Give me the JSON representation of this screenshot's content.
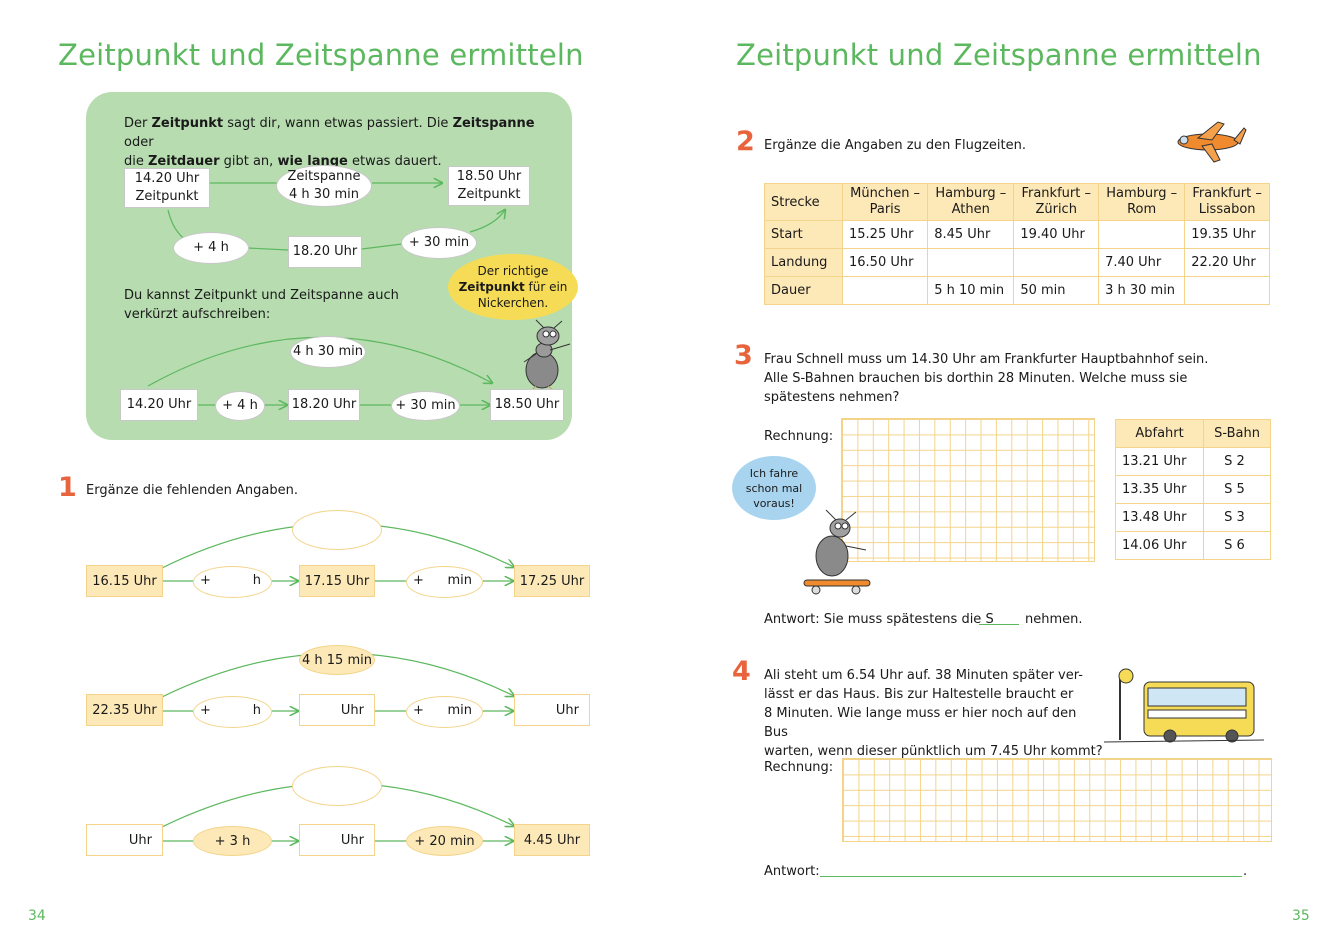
{
  "left": {
    "title": "Zeitpunkt und Zeitspanne ermitteln",
    "page_number": "34",
    "intro": {
      "p1_a": "Der ",
      "p1_b": "Zeitpunkt",
      "p1_c": " sagt dir, wann etwas passiert. Die ",
      "p1_d": "Zeitspanne",
      "p1_e": " oder",
      "p2_a": "die ",
      "p2_b": "Zeitdauer",
      "p2_c": " gibt an, ",
      "p2_d": "wie lange",
      "p2_e": " etwas dauert.",
      "start_time": "14.20 Uhr",
      "start_label": "Zeitpunkt",
      "span_label": "Zeitspanne",
      "span_value": "4 h 30 min",
      "end_time": "18.50 Uhr",
      "end_label": "Zeitpunkt",
      "plus_h": "+ 4 h",
      "mid_time": "18.20 Uhr",
      "plus_min": "+ 30 min",
      "bubble_a": "Der richtige",
      "bubble_b": "Zeitpunkt",
      "bubble_c": " für ein",
      "bubble_d": "Nickerchen.",
      "short_1": "Du kannst Zeitpunkt und Zeitspanne auch",
      "short_2": "verkürzt aufschreiben:",
      "row_span": "4 h 30 min",
      "row_t1": "14.20 Uhr",
      "row_p1": "+ 4 h",
      "row_t2": "18.20 Uhr",
      "row_p2": "+ 30 min",
      "row_t3": "18.50 Uhr"
    },
    "task1": {
      "num": "1",
      "instruction": "Ergänze die fehlenden Angaben.",
      "r1": {
        "t1": "16.15 Uhr",
        "p1a": "+",
        "p1b": "h",
        "t2": "17.15 Uhr",
        "p2a": "+",
        "p2b": "min",
        "t3": "17.25 Uhr"
      },
      "r2": {
        "span": "4 h 15 min",
        "t1": "22.35 Uhr",
        "p1a": "+",
        "p1b": "h",
        "t2": "Uhr",
        "p2a": "+",
        "p2b": "min",
        "t3": "Uhr"
      },
      "r3": {
        "t1": "Uhr",
        "p1": "+ 3 h",
        "t2": "Uhr",
        "p2": "+ 20 min",
        "t3": "4.45 Uhr"
      }
    }
  },
  "right": {
    "title": "Zeitpunkt und Zeitspanne ermitteln",
    "page_number": "35",
    "task2": {
      "num": "2",
      "instruction": "Ergänze die Angaben zu den Flugzeiten.",
      "header": [
        "Strecke",
        "München –\nParis",
        "Hamburg –\nAthen",
        "Frankfurt –\nZürich",
        "Hamburg –\nRom",
        "Frankfurt –\nLissabon"
      ],
      "rows": [
        [
          "Start",
          "15.25 Uhr",
          "8.45 Uhr",
          "19.40 Uhr",
          "",
          "19.35 Uhr"
        ],
        [
          "Landung",
          "16.50 Uhr",
          "",
          "",
          "7.40 Uhr",
          "22.20 Uhr"
        ],
        [
          "Dauer",
          "",
          "5 h 10 min",
          "50 min",
          "3 h 30 min",
          ""
        ]
      ]
    },
    "task3": {
      "num": "3",
      "text1": "Frau Schnell muss um 14.30 Uhr am Frankfurter Hauptbahnhof sein.",
      "text2": "Alle S-Bahnen brauchen bis dorthin 28 Minuten. Welche muss sie",
      "text3": "spätestens nehmen?",
      "rechnung": "Rechnung:",
      "bubble": [
        "Ich fahre",
        "schon mal",
        "voraus!"
      ],
      "tbl_head": [
        "Abfahrt",
        "S-Bahn"
      ],
      "tbl_rows": [
        [
          "13.21 Uhr",
          "S 2"
        ],
        [
          "13.35 Uhr",
          "S 5"
        ],
        [
          "13.48 Uhr",
          "S 3"
        ],
        [
          "14.06 Uhr",
          "S 6"
        ]
      ],
      "answer_a": "Antwort: Sie muss spätestens die S",
      "answer_b": "nehmen."
    },
    "task4": {
      "num": "4",
      "text1": "Ali steht um 6.54 Uhr auf. 38 Minuten später ver-",
      "text2": "lässt er das Haus. Bis zur Haltestelle braucht er",
      "text3": "8 Minuten. Wie lange muss er hier noch auf den Bus",
      "text4": "warten, wenn dieser pünktlich um 7.45 Uhr kommt?",
      "rechnung": "Rechnung:",
      "answer": "Antwort:",
      "period": "."
    }
  },
  "colors": {
    "title_green": "#5cb85f",
    "panel_green": "#b7dcb0",
    "task_orange": "#e8643c",
    "yellow_fill": "#fde9b8",
    "yellow_border": "#f3d48a"
  }
}
